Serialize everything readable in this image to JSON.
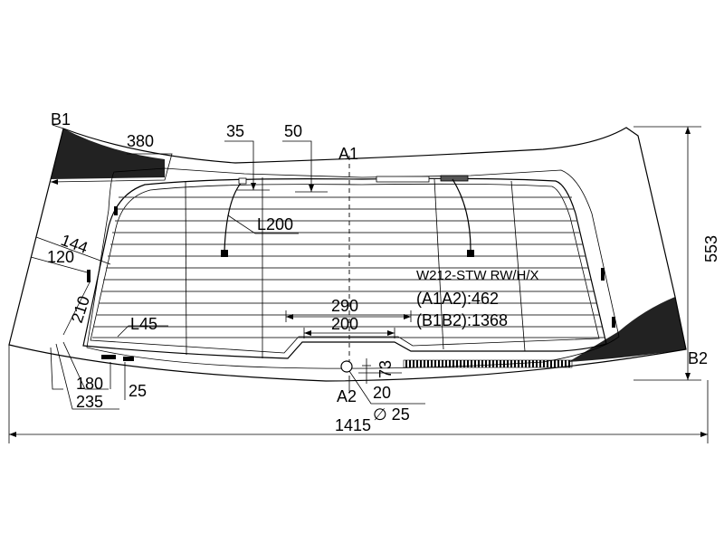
{
  "model": "W212-STW RW/H/X",
  "specs": [
    "(A1A2):462",
    "(B1B2):1368"
  ],
  "points": {
    "a1": "A1",
    "a2": "A2",
    "b1": "B1",
    "b2": "B2"
  },
  "dimensions": {
    "d380": "380",
    "d35": "35",
    "d50": "50",
    "l200": "L200",
    "d144": "144",
    "d120": "120",
    "d210": "210",
    "l45": "L45",
    "d290": "290",
    "d200": "200",
    "d73": "73",
    "d20": "20",
    "d25_hole": "∅ 25",
    "d180": "180",
    "d235": "235",
    "d25_left": "25",
    "d553": "553",
    "d1415": "1415"
  }
}
